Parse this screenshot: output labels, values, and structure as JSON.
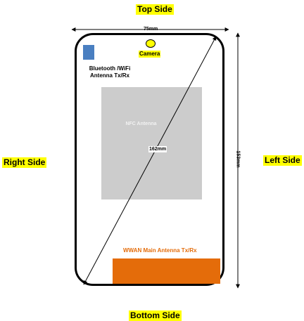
{
  "sides": {
    "top": "Top Side",
    "bottom": "Bottom Side",
    "right": "Right Side",
    "left": "Left Side"
  },
  "dimensions": {
    "width": "75mm",
    "height": "153mm",
    "diagonal": "162mm"
  },
  "components": {
    "camera": "Camera",
    "bluetooth": "Bluetooth /WiFi Antenna Tx/Rx",
    "nfc": "NFC Antenna",
    "wwan": "WWAN Main Antenna Tx/Rx"
  },
  "colors": {
    "highlight": "#ffff00",
    "bluetooth_block": "#4a7fc1",
    "nfc_block": "#cccccc",
    "wwan_block": "#e46c0a"
  }
}
